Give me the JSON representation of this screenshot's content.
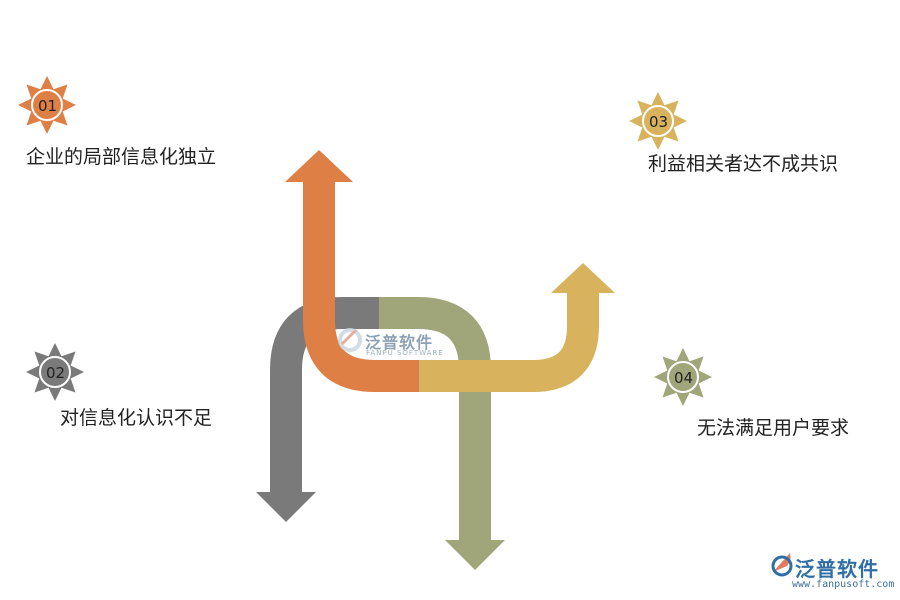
{
  "items": [
    {
      "num": "01",
      "label": "企业的局部信息化独立",
      "color": "#de7f45"
    },
    {
      "num": "02",
      "label": "对信息化认识不足",
      "color": "#7a7a7a"
    },
    {
      "num": "03",
      "label": "利益相关者达不成共识",
      "color": "#d8b25d"
    },
    {
      "num": "04",
      "label": "无法满足用户要求",
      "color": "#a0a57a"
    }
  ],
  "watermark": {
    "cn": "泛普软件",
    "en": "FANPU SOFTWARE"
  },
  "brand": {
    "cn": "泛普软件",
    "url": "www.fanpusoft.com",
    "color": "#2f6fa5"
  }
}
